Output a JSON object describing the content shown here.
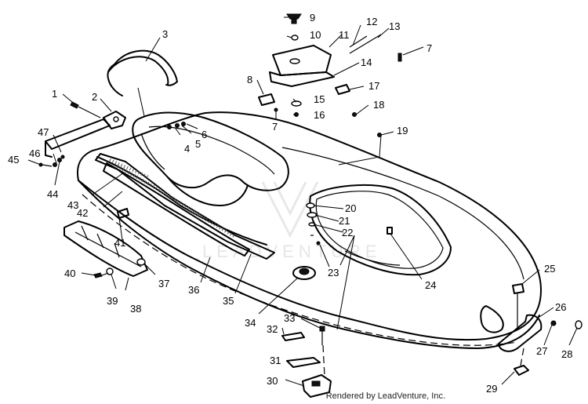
{
  "diagram": {
    "callouts": [
      {
        "id": "c1",
        "label": "1"
      },
      {
        "id": "c2",
        "label": "2"
      },
      {
        "id": "c3",
        "label": "3"
      },
      {
        "id": "c4",
        "label": "4"
      },
      {
        "id": "c5",
        "label": "5"
      },
      {
        "id": "c6",
        "label": "6"
      },
      {
        "id": "c7a",
        "label": "7"
      },
      {
        "id": "c7b",
        "label": "7"
      },
      {
        "id": "c8",
        "label": "8"
      },
      {
        "id": "c9",
        "label": "9"
      },
      {
        "id": "c10",
        "label": "10"
      },
      {
        "id": "c11",
        "label": "11"
      },
      {
        "id": "c12",
        "label": "12"
      },
      {
        "id": "c13",
        "label": "13"
      },
      {
        "id": "c14",
        "label": "14"
      },
      {
        "id": "c15",
        "label": "15"
      },
      {
        "id": "c16",
        "label": "16"
      },
      {
        "id": "c17",
        "label": "17"
      },
      {
        "id": "c18",
        "label": "18"
      },
      {
        "id": "c19",
        "label": "19"
      },
      {
        "id": "c20",
        "label": "20"
      },
      {
        "id": "c21",
        "label": "21"
      },
      {
        "id": "c22",
        "label": "22"
      },
      {
        "id": "c23",
        "label": "23"
      },
      {
        "id": "c24",
        "label": "24"
      },
      {
        "id": "c25",
        "label": "25"
      },
      {
        "id": "c26",
        "label": "26"
      },
      {
        "id": "c27",
        "label": "27"
      },
      {
        "id": "c28",
        "label": "28"
      },
      {
        "id": "c29",
        "label": "29"
      },
      {
        "id": "c30",
        "label": "30"
      },
      {
        "id": "c31",
        "label": "31"
      },
      {
        "id": "c32",
        "label": "32"
      },
      {
        "id": "c33",
        "label": "33"
      },
      {
        "id": "c34",
        "label": "34"
      },
      {
        "id": "c35",
        "label": "35"
      },
      {
        "id": "c36",
        "label": "36"
      },
      {
        "id": "c37",
        "label": "37"
      },
      {
        "id": "c38",
        "label": "38"
      },
      {
        "id": "c39",
        "label": "39"
      },
      {
        "id": "c40",
        "label": "40"
      },
      {
        "id": "c41",
        "label": "41"
      },
      {
        "id": "c42",
        "label": "42"
      },
      {
        "id": "c43",
        "label": "43"
      },
      {
        "id": "c44",
        "label": "44"
      },
      {
        "id": "c45",
        "label": "45"
      },
      {
        "id": "c46",
        "label": "46"
      },
      {
        "id": "c47",
        "label": "47"
      }
    ],
    "watermark": "LEADVENTURE",
    "credit": "Rendered by LeadVenture, Inc."
  }
}
